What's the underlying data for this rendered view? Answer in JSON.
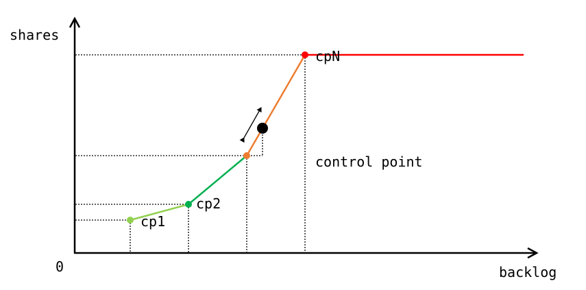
{
  "axes": {
    "y_label": "shares",
    "x_label": "backlog",
    "origin_label": "0"
  },
  "points": [
    {
      "id": "cp1",
      "label": "cp1",
      "color": "#92d050"
    },
    {
      "id": "cp2",
      "label": "cp2",
      "color": "#00b050"
    },
    {
      "id": "cp-mid",
      "label": "",
      "color": "#ed7d31"
    },
    {
      "id": "cpN",
      "label": "cpN",
      "color": "#ff0000"
    }
  ],
  "segments": [
    {
      "from": "cp1",
      "to": "cp2",
      "color": "#92d050"
    },
    {
      "from": "cp2",
      "to": "cp-mid",
      "color": "#00b050"
    },
    {
      "from": "cp-mid",
      "to": "cpN",
      "color": "#ed7d31"
    },
    {
      "from": "cpN",
      "to": "end",
      "color": "#ff0000"
    }
  ],
  "movable_point": {
    "color": "#000000"
  },
  "annotation": "control point"
}
